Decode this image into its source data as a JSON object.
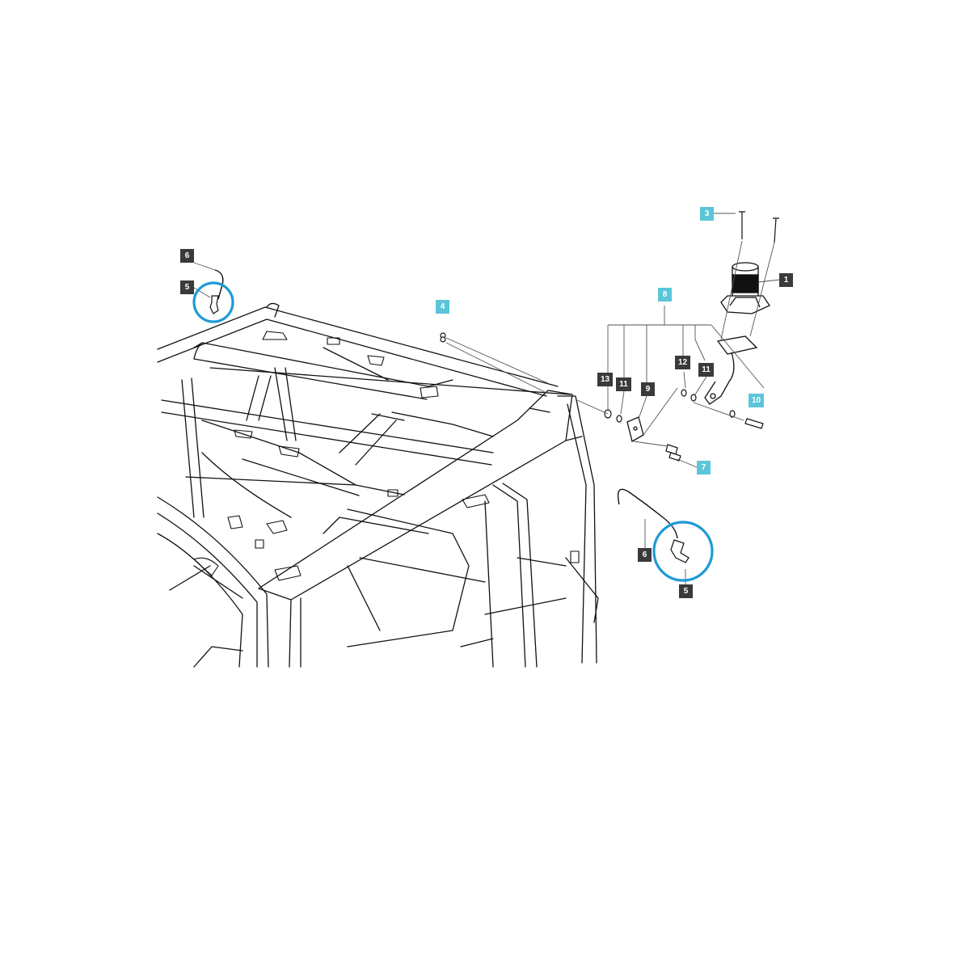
{
  "diagram": {
    "accent_color": "#5bc5d9",
    "callout_dark_color": "#3a3a3a",
    "highlight_ring_color": "#1e9ad6"
  },
  "callouts": {
    "c1": "1",
    "c3": "3",
    "c4": "4",
    "c5_top": "5",
    "c5_bottom": "5",
    "c6_top": "6",
    "c6_bottom": "6",
    "c7": "7",
    "c8": "8",
    "c9": "9",
    "c10": "10",
    "c11_left": "11",
    "c11_right": "11",
    "c12": "12",
    "c13": "13"
  }
}
